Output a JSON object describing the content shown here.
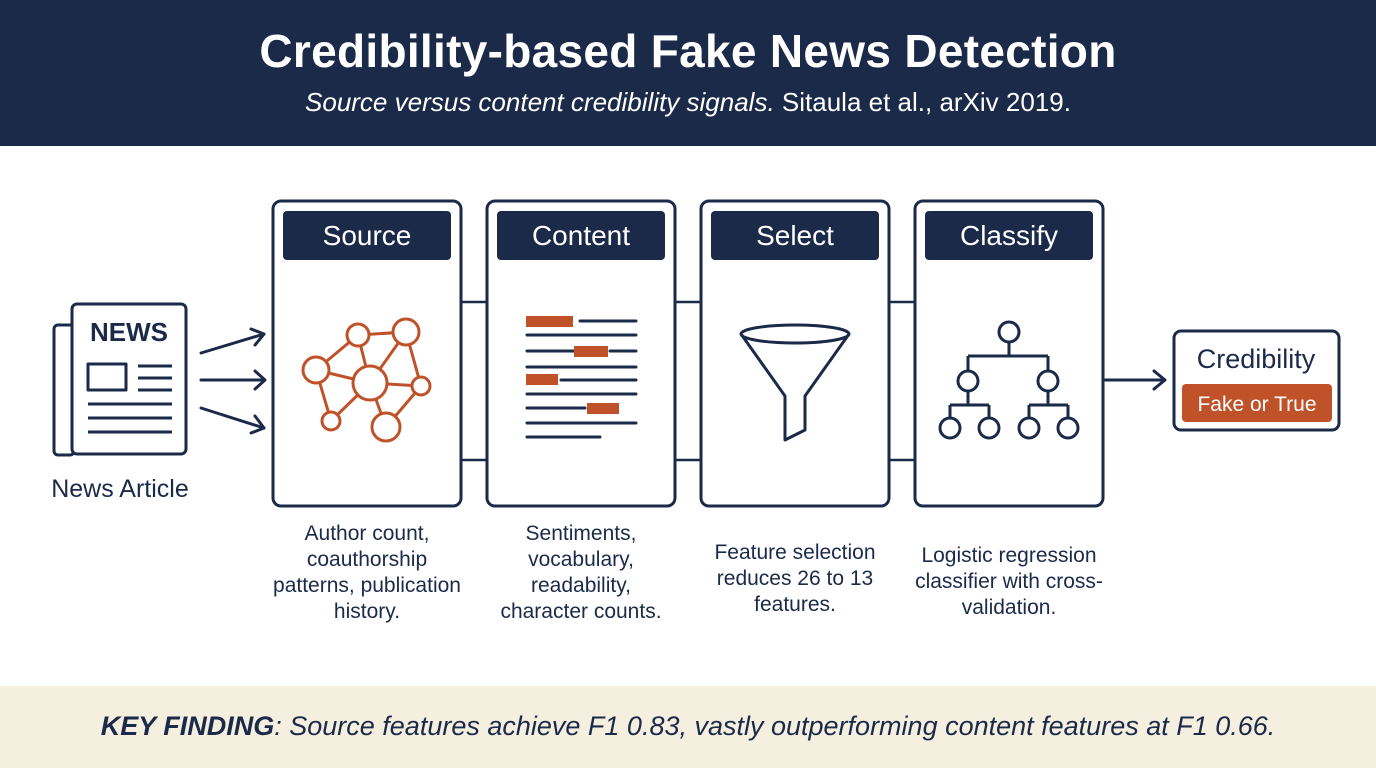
{
  "header": {
    "title": "Credibility-based Fake News Detection",
    "subtitle_italic": "Source versus content credibility signals.",
    "subtitle_plain": " Sitaula et al., arXiv 2019."
  },
  "input": {
    "icon_text": "NEWS",
    "label": "News Article"
  },
  "stages": [
    {
      "title": "Source",
      "icon": "network-graph-icon",
      "description": "Author count, coauthorship patterns, publication history."
    },
    {
      "title": "Content",
      "icon": "text-lines-icon",
      "description": "Sentiments, vocabulary, readability, character counts."
    },
    {
      "title": "Select",
      "icon": "funnel-icon",
      "description": "Feature selection reduces 26 to 13 features."
    },
    {
      "title": "Classify",
      "icon": "decision-tree-icon",
      "description": "Logistic regression classifier with cross-validation."
    }
  ],
  "output": {
    "title": "Credibility",
    "badge": "Fake or True"
  },
  "footer": {
    "lead": "KEY FINDING",
    "text": ": Source features achieve F1 0.83, vastly outperforming content features at F1 0.66."
  },
  "colors": {
    "navy": "#1b2a49",
    "accent": "#c0522a",
    "footer_bg": "#f5efe0"
  }
}
